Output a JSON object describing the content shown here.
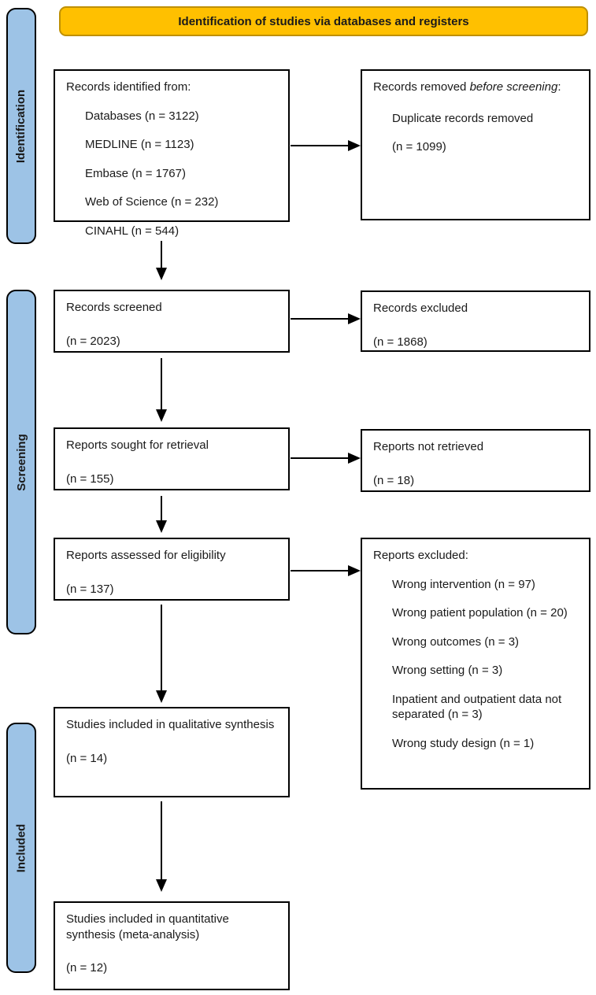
{
  "banner": {
    "title": "Identification of studies via databases and registers"
  },
  "sidebar": {
    "identification": "Identification",
    "screening": "Screening",
    "included": "Included"
  },
  "boxes": {
    "records_identified": {
      "title": "Records identified from:",
      "items": [
        "Databases (n = 3122)",
        "MEDLINE (n = 1123)",
        "Embase (n = 1767)",
        "Web of Science (n = 232)",
        "CINAHL (n = 544)"
      ]
    },
    "records_removed": {
      "title_pre": "Records removed ",
      "title_italic": "before screening",
      "title_post": ":",
      "items": [
        "Duplicate records removed",
        "(n = 1099)"
      ]
    },
    "records_screened": {
      "line1": "Records screened",
      "line2": "(n = 2023)"
    },
    "records_excluded": {
      "line1": "Records excluded",
      "line2": "(n = 1868)"
    },
    "reports_sought": {
      "line1": "Reports sought for retrieval",
      "line2": "(n = 155)"
    },
    "reports_not_retrieved": {
      "line1": "Reports not retrieved",
      "line2": "(n = 18)"
    },
    "reports_assessed": {
      "line1": "Reports assessed for eligibility",
      "line2": "(n = 137)"
    },
    "reports_excluded": {
      "title": "Reports excluded:",
      "items": [
        "Wrong intervention (n = 97)",
        "Wrong patient population (n = 20)",
        "Wrong outcomes (n = 3)",
        "Wrong setting (n = 3)",
        "Inpatient and outpatient data not separated (n = 3)",
        "Wrong study design (n = 1)"
      ]
    },
    "qualitative": {
      "line1": "Studies included in qualitative synthesis",
      "line2": "(n = 14)"
    },
    "quantitative": {
      "line1": "Studies included in quantitative synthesis (meta-analysis)",
      "line2": "(n = 12)"
    }
  },
  "colors": {
    "banner_fill": "#FFC000",
    "banner_border": "#BF9000",
    "sidebar_fill": "#9DC3E6",
    "box_border": "#000000"
  }
}
